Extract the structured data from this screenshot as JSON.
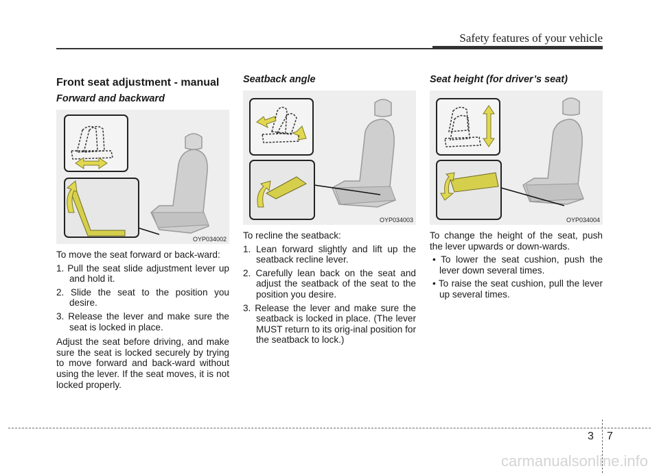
{
  "header": {
    "title": "Safety features of your vehicle"
  },
  "columns": {
    "col1": {
      "section_title": "Front seat adjustment - manual",
      "subtitle": "Forward and backward",
      "figure_code": "OYP034002",
      "intro": "To move the seat forward or back-ward:",
      "steps": [
        "1. Pull the seat slide adjustment lever up and hold it.",
        "2. Slide the seat to the position you desire.",
        "3. Release the lever and make sure the seat is locked in place."
      ],
      "note": "Adjust the seat before driving, and make sure the seat is locked securely by trying to move forward and back-ward without using the lever. If the seat moves, it is not locked properly."
    },
    "col2": {
      "subtitle": "Seatback angle",
      "figure_code": "OYP034003",
      "intro": "To recline the seatback:",
      "steps": [
        "1. Lean forward slightly and lift up the seatback recline lever.",
        "2. Carefully lean back on the seat and adjust the seatback of the seat to the position you desire.",
        "3. Release the lever and make sure the seatback is locked in place. (The lever MUST return to its orig-inal position for the seatback to lock.)"
      ]
    },
    "col3": {
      "subtitle": "Seat height (for driver’s seat)",
      "figure_code": "OYP034004",
      "intro": "To change the height of the seat, push the lever upwards or down-wards.",
      "bullets": [
        "• To lower the seat cushion, push the lever down several times.",
        "• To raise the seat cushion, pull the lever up several times."
      ]
    }
  },
  "footer": {
    "chapter": "3",
    "page": "7",
    "watermark": "carmanualsonline.info"
  },
  "colors": {
    "arrow_yellow": "#e2d850",
    "arrow_outline": "#7a7a2a"
  }
}
